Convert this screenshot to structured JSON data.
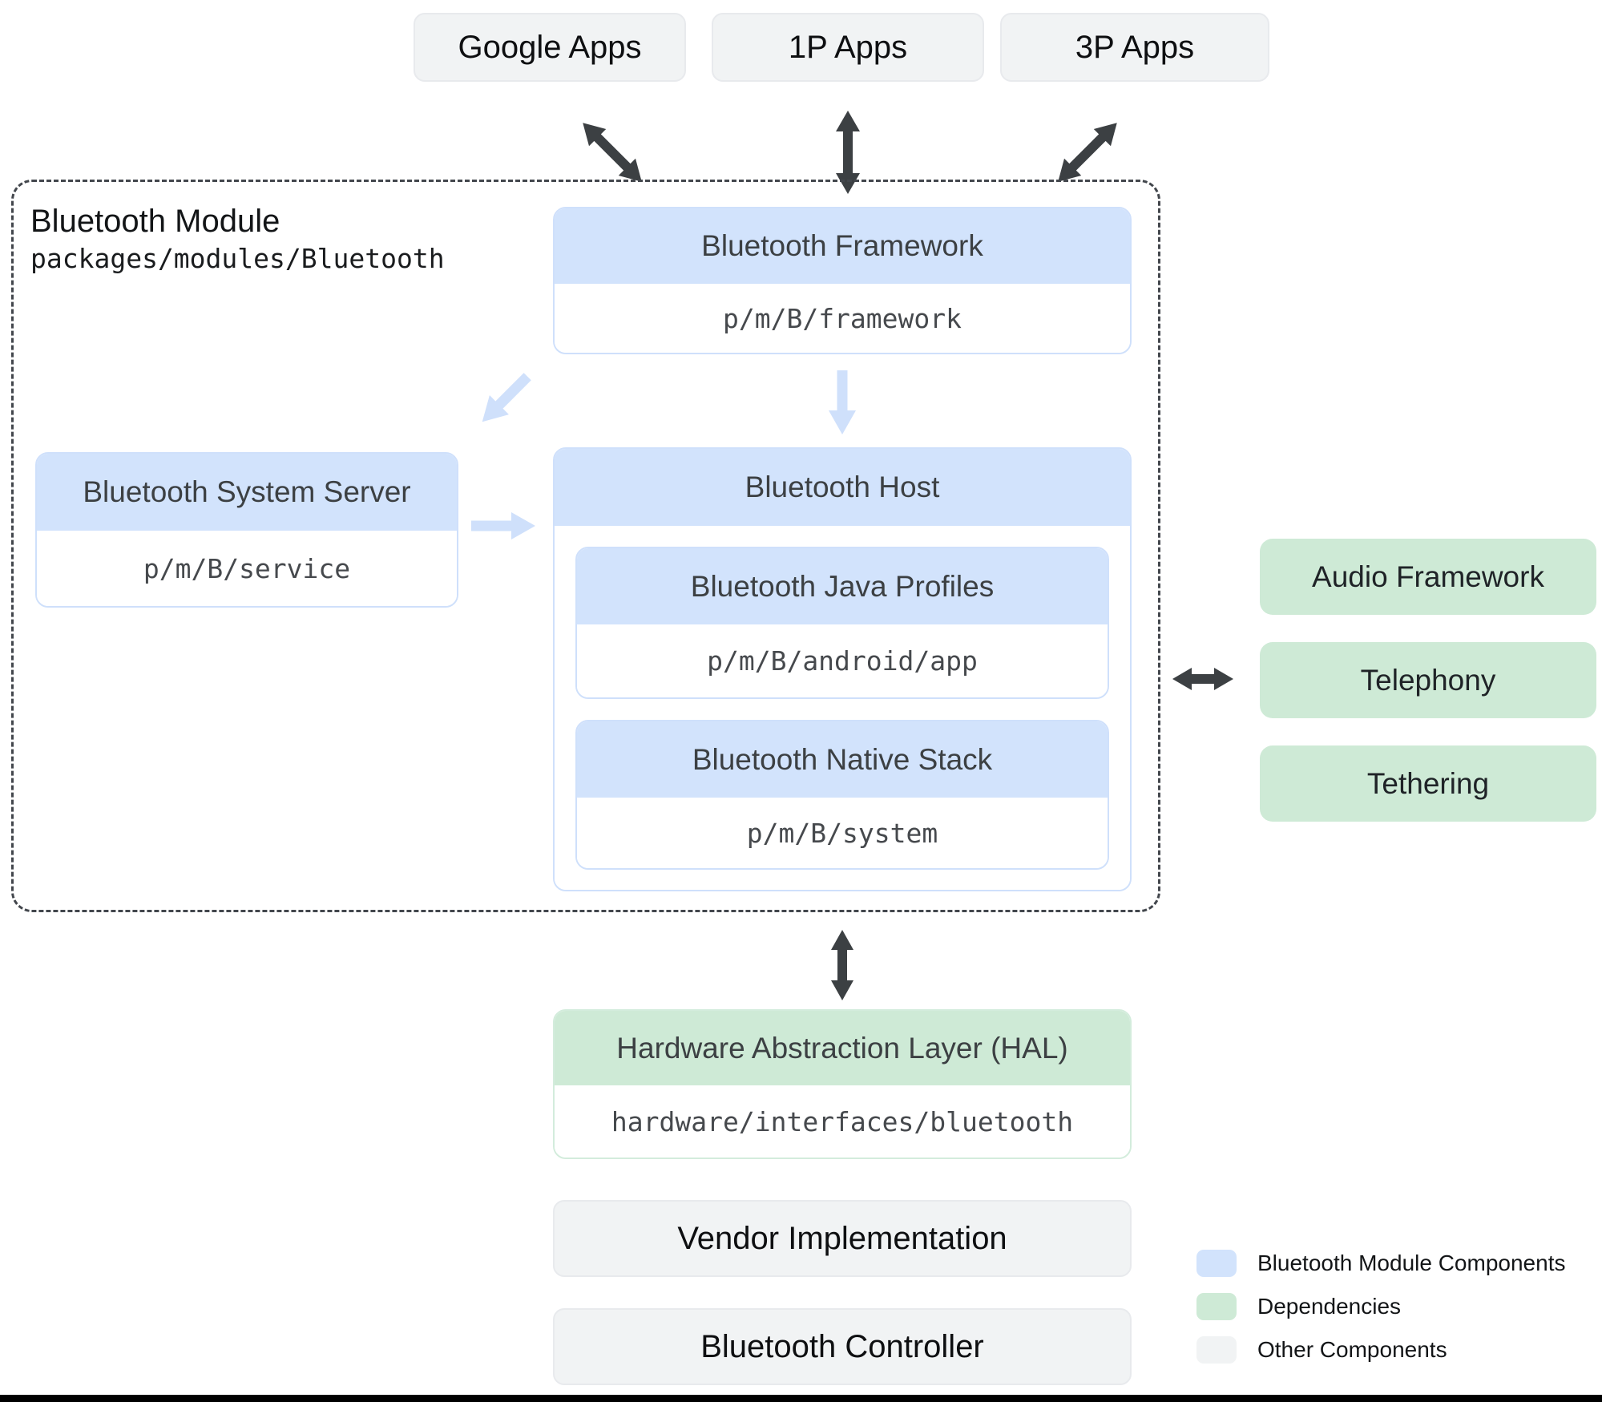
{
  "top_apps": {
    "items": [
      {
        "label": "Google Apps"
      },
      {
        "label": "1P Apps"
      },
      {
        "label": "3P Apps"
      }
    ]
  },
  "module": {
    "title": "Bluetooth Module",
    "path": "packages/modules/Bluetooth",
    "framework": {
      "title": "Bluetooth Framework",
      "path": "p/m/B/framework"
    },
    "system_server": {
      "title": "Bluetooth System Server",
      "path": "p/m/B/service"
    },
    "host": {
      "title": "Bluetooth Host",
      "java_profiles": {
        "title": "Bluetooth Java Profiles",
        "path": "p/m/B/android/app"
      },
      "native_stack": {
        "title": "Bluetooth Native Stack",
        "path": "p/m/B/system"
      }
    }
  },
  "dependencies": {
    "items": [
      {
        "label": "Audio Framework"
      },
      {
        "label": "Telephony"
      },
      {
        "label": "Tethering"
      }
    ]
  },
  "hal": {
    "title": "Hardware Abstraction Layer (HAL)",
    "path": "hardware/interfaces/bluetooth"
  },
  "other_components": {
    "vendor": "Vendor Implementation",
    "controller": "Bluetooth Controller"
  },
  "legend": {
    "items": [
      {
        "label": "Bluetooth Module Components",
        "color": "#d2e3fc"
      },
      {
        "label": "Dependencies",
        "color": "#ceead6"
      },
      {
        "label": "Other Components",
        "color": "#f1f3f4"
      }
    ]
  },
  "colors": {
    "blue_header": "#d2e3fc",
    "blue_border": "#cfe0fb",
    "green_header": "#ceead6",
    "green_border": "#d3ecdc",
    "gray_box": "#f1f3f4",
    "arrow_dark": "#3c4043",
    "arrow_light": "#cfe0fb",
    "dashed_border": "#43474d"
  }
}
